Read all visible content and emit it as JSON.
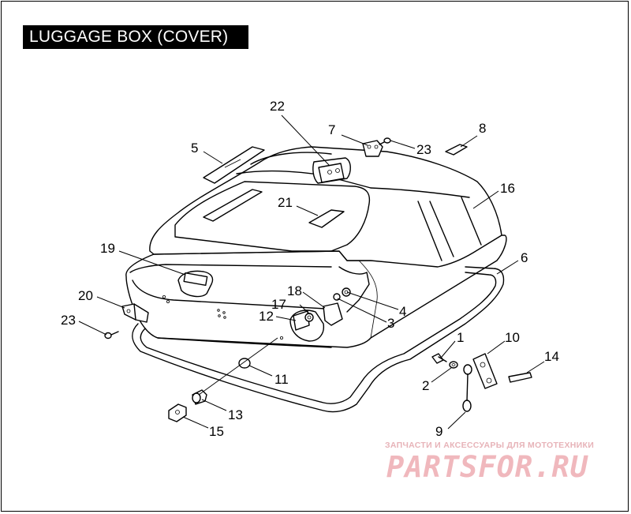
{
  "title": "LUGGAGE BOX (COVER)",
  "callouts": [
    {
      "id": "c22",
      "label": "22"
    },
    {
      "id": "c7",
      "label": "7"
    },
    {
      "id": "c23a",
      "label": "23"
    },
    {
      "id": "c8",
      "label": "8"
    },
    {
      "id": "c5",
      "label": "5"
    },
    {
      "id": "c16",
      "label": "16"
    },
    {
      "id": "c21",
      "label": "21"
    },
    {
      "id": "c6",
      "label": "6"
    },
    {
      "id": "c19",
      "label": "19"
    },
    {
      "id": "c18",
      "label": "18"
    },
    {
      "id": "c17",
      "label": "17"
    },
    {
      "id": "c4",
      "label": "4"
    },
    {
      "id": "c20",
      "label": "20"
    },
    {
      "id": "c12",
      "label": "12"
    },
    {
      "id": "c3",
      "label": "3"
    },
    {
      "id": "c23b",
      "label": "23"
    },
    {
      "id": "c1",
      "label": "1"
    },
    {
      "id": "c10",
      "label": "10"
    },
    {
      "id": "c14",
      "label": "14"
    },
    {
      "id": "c11",
      "label": "11"
    },
    {
      "id": "c2",
      "label": "2"
    },
    {
      "id": "c13",
      "label": "13"
    },
    {
      "id": "c15",
      "label": "15"
    },
    {
      "id": "c9",
      "label": "9"
    }
  ],
  "watermark": {
    "caption": "ЗАПЧАСТИ И АКСЕССУАРЫ ДЛЯ МОТОТЕХНИКИ",
    "logo": "PARTSFOR.RU",
    "color": "#f0b8bd"
  }
}
